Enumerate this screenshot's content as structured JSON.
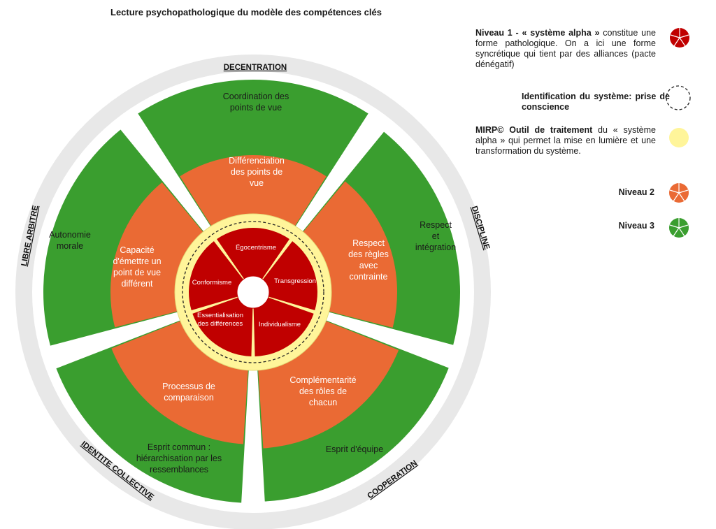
{
  "title": "Lecture psychopathologique du modèle des compétences clés",
  "outer_labels": {
    "decentration": "DECENTRATION",
    "discipline": "DISCIPLINE",
    "cooperation": "COOPERATION",
    "identite": "IDENTITE COLLECTIVE",
    "libre": "LIBRE ARBITRE"
  },
  "green_segments": {
    "top": [
      "Coordination des",
      "points de vue"
    ],
    "right": [
      "Respect",
      "et",
      "intégration"
    ],
    "bottom_right": [
      "Esprit d'équipe"
    ],
    "bottom_left": [
      "Esprit commun :",
      "hiérarchisation par les",
      "ressemblances"
    ],
    "left": [
      "Autonomie",
      "morale"
    ]
  },
  "orange_segments": {
    "top": [
      "Différenciation",
      "des points de",
      "vue"
    ],
    "right": [
      "Respect",
      "des règles",
      "avec",
      "contrainte"
    ],
    "bottom_right": [
      "Complémentarité",
      "des rôles de",
      "chacun"
    ],
    "bottom_left": [
      "Processus de",
      "comparaison"
    ],
    "left": [
      "Capacité",
      "d'émettre un",
      "point de vue",
      "différent"
    ]
  },
  "red_segments": {
    "top": [
      "Égocentrisme"
    ],
    "right": [
      "Transgression"
    ],
    "bottom_right": [
      "Individualisme"
    ],
    "bottom_left": [
      "Essentialisation",
      "des différences"
    ],
    "left": [
      "Conformisme"
    ]
  },
  "legend": {
    "niveau1_bold": "Niveau 1 - « système alpha »",
    "niveau1_rest": " constitue une forme pathologique. On a ici une forme syncrétique qui tient par des alliances (pacte dénégatif)",
    "identification": "Identification du système: prise de conscience",
    "mirp_bold": "MIRP© Outil de traitement",
    "mirp_rest": " du « système alpha » qui permet la mise en lumière et une transformation du système.",
    "niveau2": "Niveau 2",
    "niveau3": "Niveau 3"
  },
  "colors": {
    "green": "#3a9e2f",
    "orange": "#ea6a34",
    "red": "#c00000",
    "yellow": "#fff59a",
    "ring_gray": "#e8e8e8"
  }
}
